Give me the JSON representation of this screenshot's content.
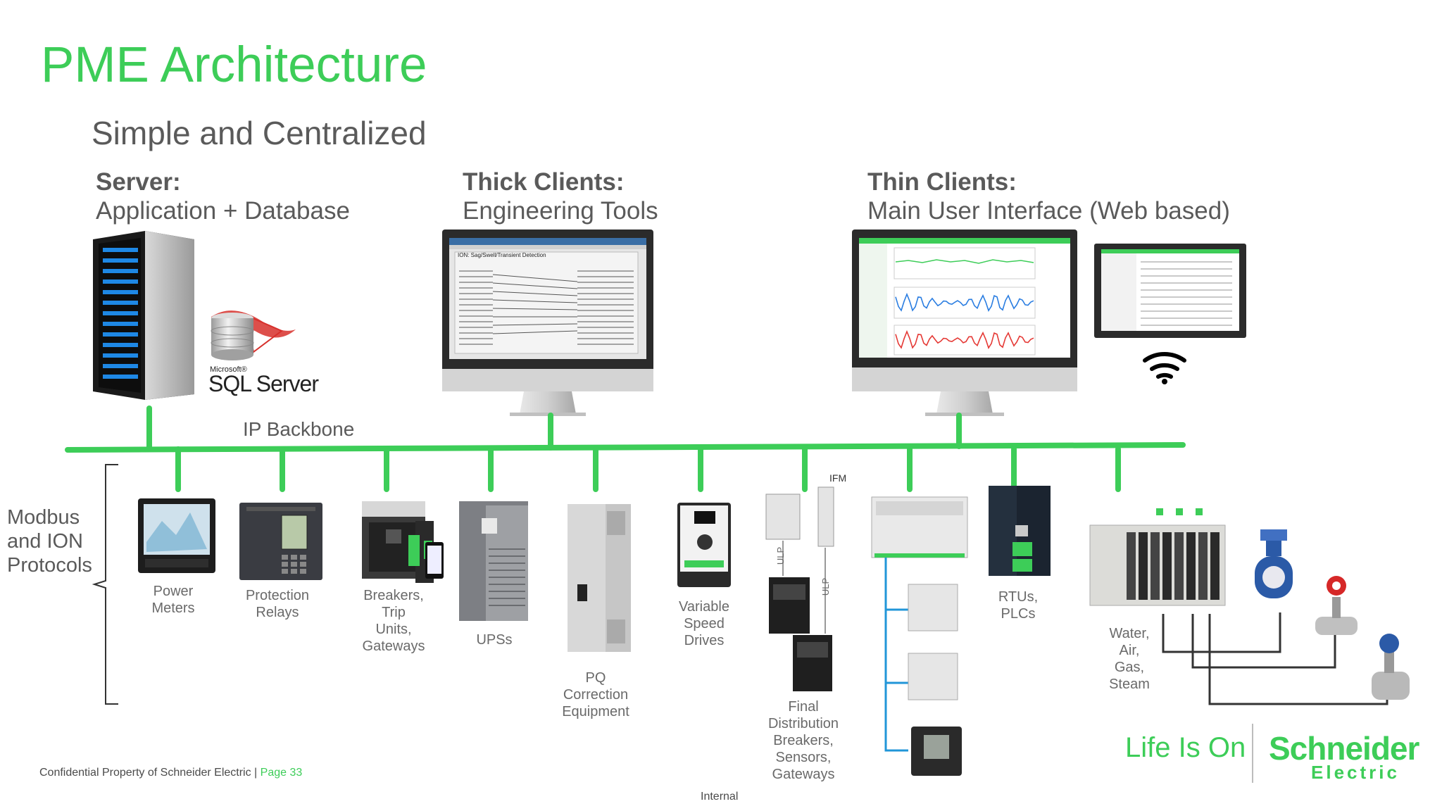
{
  "title": "PME Architecture",
  "subtitle": "Simple and Centralized",
  "server": {
    "heading": "Server:",
    "text": "Application + Database"
  },
  "thick": {
    "heading": "Thick Clients:",
    "text": "Engineering Tools"
  },
  "thin": {
    "heading": "Thin Clients:",
    "text": "Main User Interface (Web based)"
  },
  "screen_title": "ION: Sag/Swell/Transient Detection",
  "sql": {
    "small": "Microsoft®",
    "big": "SQL Server"
  },
  "backbone_label": "IP Backbone",
  "protocols": [
    "Modbus",
    "and ION",
    "Protocols"
  ],
  "ifm_label": "IFM",
  "ulp_label": "ULP",
  "devices": {
    "power_meters": [
      "Power",
      "Meters"
    ],
    "protection_relays": [
      "Protection",
      "Relays"
    ],
    "breakers": [
      "Breakers,",
      "Trip",
      "Units,",
      "Gateways"
    ],
    "upss": [
      "UPSs"
    ],
    "pq": [
      "PQ",
      "Correction",
      "Equipment"
    ],
    "vsd": [
      "Variable",
      "Speed",
      "Drives"
    ],
    "final": [
      "Final",
      "Distribution",
      "Breakers,",
      "Sensors,",
      "Gateways"
    ],
    "rtus": [
      "RTUs,",
      "PLCs"
    ],
    "wags": [
      "Water,",
      "Air,",
      "Gas,",
      "Steam"
    ]
  },
  "footer": {
    "text": "Confidential Property of Schneider Electric | ",
    "page": "Page 33"
  },
  "internal": "Internal",
  "branding": {
    "tagline": "Life Is On",
    "brand": "Schneider",
    "brand_sub": "Electric"
  },
  "colors": {
    "accent": "#3dcd58",
    "text": "#5a5a5a",
    "connector": "#2196d8"
  }
}
